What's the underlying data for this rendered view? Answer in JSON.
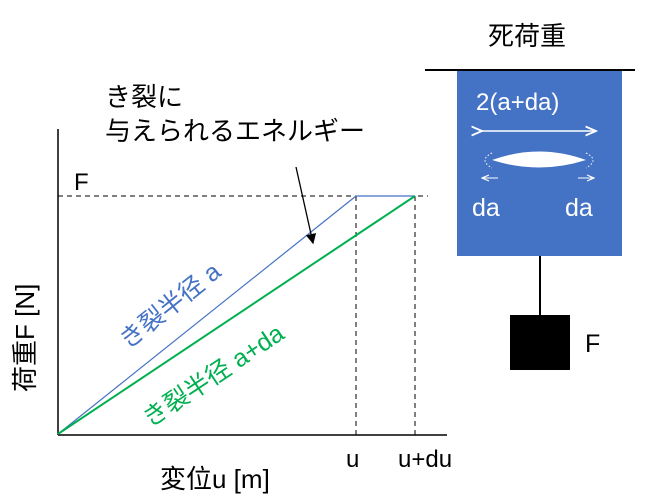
{
  "graph": {
    "y_axis_label": "荷重F [N]",
    "x_axis_label": "変位u [m]",
    "force_label": "F",
    "tick_u": "u",
    "tick_u_du": "u+du",
    "line_a_label": "き裂半径 a",
    "line_a_da_label": "き裂半径 a+da",
    "energy_label_line1": "き裂に",
    "energy_label_line2": "与えられるエネルギー"
  },
  "apparatus": {
    "title": "死荷重",
    "width_label": "2(a+da)",
    "da_left": "da",
    "da_right": "da",
    "weight_label": "F"
  },
  "colors": {
    "crack_a": "#4472c4",
    "crack_a_da": "#00b050",
    "specimen": "#4472c4"
  }
}
